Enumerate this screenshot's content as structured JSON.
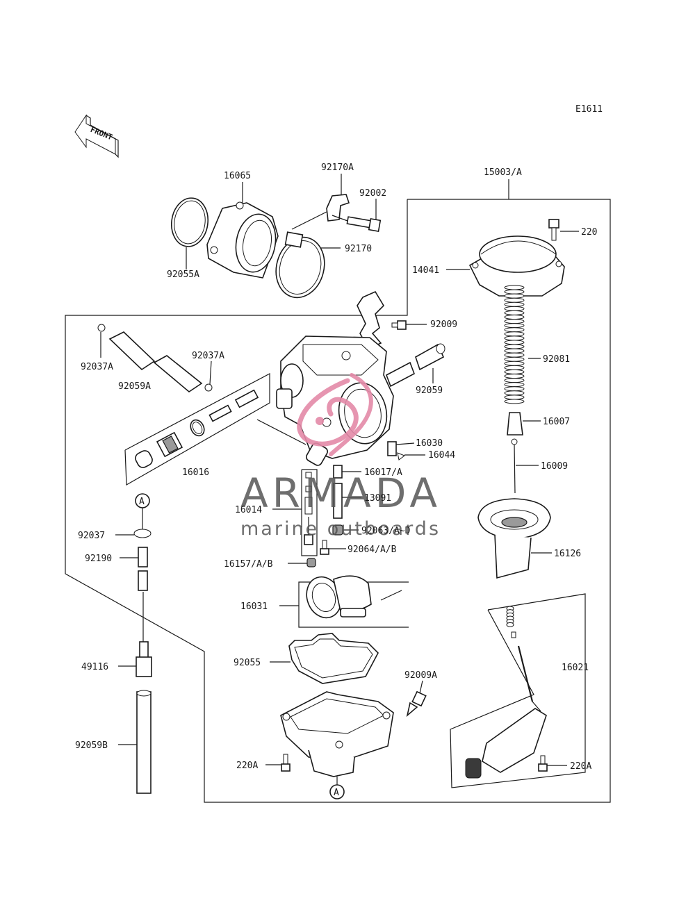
{
  "diagram_code": "E1611",
  "front_label": "FRONT",
  "callouts": {
    "c16065": "16065",
    "c92170A": "92170A",
    "c92002": "92002",
    "c15003A": "15003/A",
    "c220": "220",
    "c92055A": "92055A",
    "c92170": "92170",
    "c14041": "14041",
    "c92009": "92009",
    "c92037A_left": "92037A",
    "c92037A_right": "92037A",
    "c92059A": "92059A",
    "c92059": "92059",
    "c92081": "92081",
    "c16007": "16007",
    "c16030": "16030",
    "c16044": "16044",
    "c16009": "16009",
    "c16016": "16016",
    "c16017A": "16017/A",
    "c13091": "13091",
    "c16014": "16014",
    "c92063": "92063/A~D",
    "c92064": "92064/A/B",
    "c92037": "92037",
    "c92190": "92190",
    "c16157": "16157/A/B",
    "c16126": "16126",
    "c16031": "16031",
    "c92055": "92055",
    "c92009A": "92009A",
    "c16021": "16021",
    "c49116": "49116",
    "c92059B": "92059B",
    "c220A_left": "220A",
    "c220A_right": "220A",
    "markerA_top": "A",
    "markerA_bottom": "A"
  },
  "watermark": {
    "brand": "ARMADA",
    "tagline": "marine outboards",
    "logo_color": "#e48aa8",
    "text_color": "#555555"
  }
}
